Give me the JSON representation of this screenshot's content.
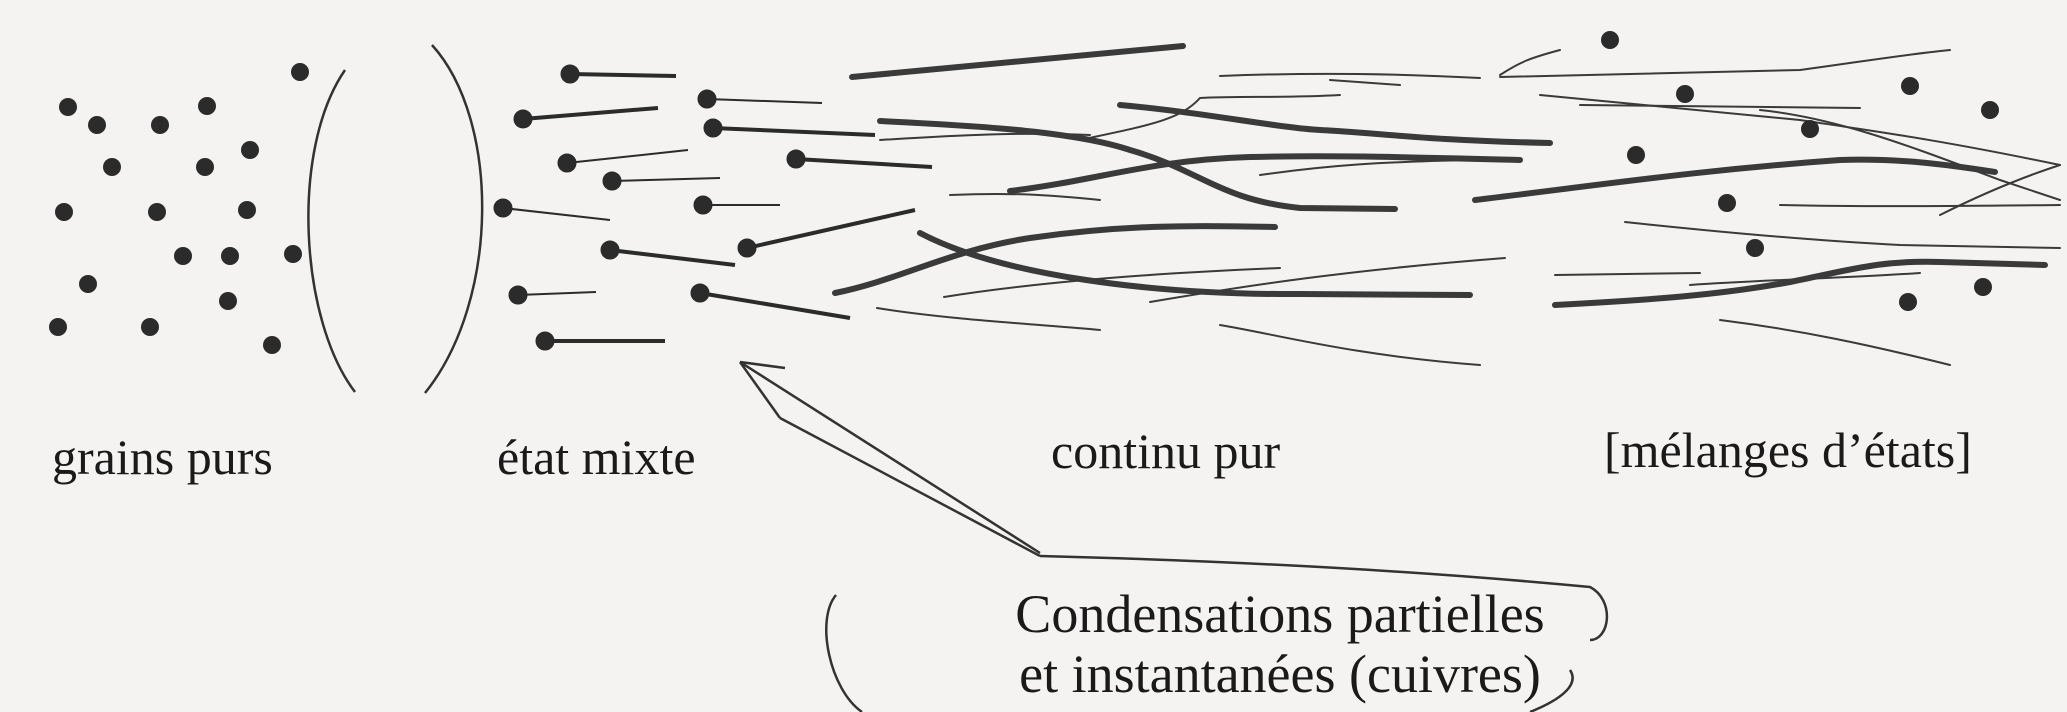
{
  "labels": {
    "grains": "grains purs",
    "mixte": "état mixte",
    "continu": "continu pur",
    "melanges": "[mélanges d’états]"
  },
  "caption": {
    "line1": "Condensations partielles",
    "line2": "et instantanées (cuivres)"
  },
  "colors": {
    "ink": "#1a1a1a",
    "stroke": "#333333",
    "paper": "#f4f3f1"
  }
}
